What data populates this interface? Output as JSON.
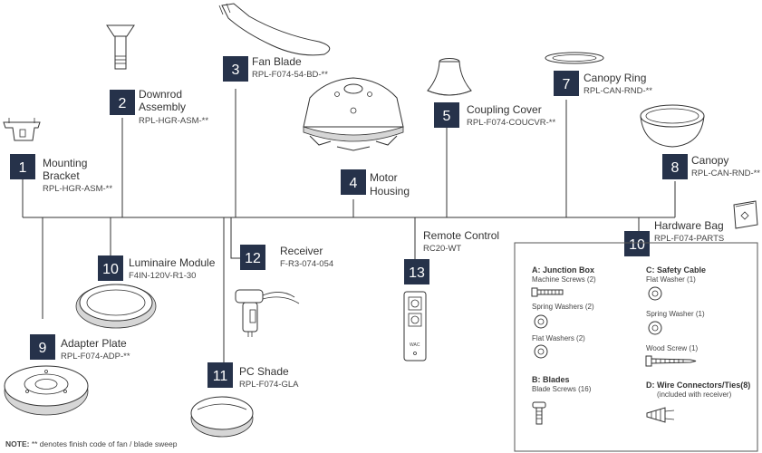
{
  "parts": [
    {
      "num": "1",
      "name": "Mounting Bracket",
      "name_lines": [
        "Mounting",
        "Bracket"
      ],
      "code": "RPL-HGR-ASM-**"
    },
    {
      "num": "2",
      "name": "Downrod Assembly",
      "name_lines": [
        "Downrod",
        "Assembly"
      ],
      "code": "RPL-HGR-ASM-**"
    },
    {
      "num": "3",
      "name": "Fan Blade",
      "name_lines": [
        "Fan Blade"
      ],
      "code": "RPL-F074-54-BD-**"
    },
    {
      "num": "4",
      "name": "Motor Housing",
      "name_lines": [
        "Motor",
        "Housing"
      ],
      "code": ""
    },
    {
      "num": "5",
      "name": "Coupling Cover",
      "name_lines": [
        "Coupling  Cover"
      ],
      "code": "RPL-F074-COUCVR-**"
    },
    {
      "num": "7",
      "name": "Canopy Ring",
      "name_lines": [
        "Canopy Ring"
      ],
      "code": "RPL-CAN-RND-**"
    },
    {
      "num": "8",
      "name": "Canopy",
      "name_lines": [
        "Canopy"
      ],
      "code": "RPL-CAN-RND-**"
    },
    {
      "num": "10",
      "name": "Luminaire Module",
      "name_lines": [
        "Luminaire Module"
      ],
      "code": "F4IN-120V-R1-30"
    },
    {
      "num": "12",
      "name": "Receiver",
      "name_lines": [
        "Receiver"
      ],
      "code": "F-R3-074-054"
    },
    {
      "num": "13",
      "name": "Remote Control",
      "name_lines": [
        "Remote Control"
      ],
      "code": "RC20-WT"
    },
    {
      "num": "9",
      "name": "Adapter Plate",
      "name_lines": [
        "Adapter Plate"
      ],
      "code": "RPL-F074-ADP-**"
    },
    {
      "num": "11",
      "name": "PC Shade",
      "name_lines": [
        "PC Shade"
      ],
      "code": "RPL-F074-GLA"
    },
    {
      "num": "10",
      "name": "Hardware Bag",
      "name_lines": [
        "Hardware Bag"
      ],
      "code": "RPL-F074-PARTS"
    }
  ],
  "hardware_bag": {
    "sections": [
      {
        "title": "A: Junction Box",
        "items": [
          "Machine Screws (2)",
          "Spring Washers (2)",
          "Flat Washers (2)"
        ]
      },
      {
        "title": "B: Blades",
        "items": [
          "Blade Screws (16)"
        ]
      },
      {
        "title": "C: Safety Cable",
        "items": [
          "Flat Washer (1)",
          "Spring Washer (1)",
          "Wood Screw (1)"
        ]
      },
      {
        "title": "D: Wire Connectors/Ties(8)",
        "items": [
          "(included with receiver)"
        ]
      }
    ]
  },
  "remote_brand": "WAC",
  "note": {
    "label": "NOTE:",
    "text": " ** denotes finish code of fan / blade sweep"
  }
}
